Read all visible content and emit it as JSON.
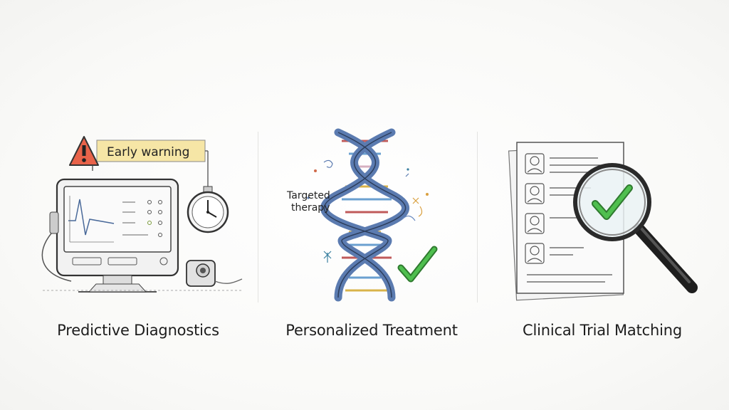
{
  "panels": [
    {
      "caption": "Predictive Diagnostics",
      "banner_text": "Early warning",
      "icons": [
        "warning-icon",
        "monitor-icon",
        "clock-icon",
        "webcam-icon"
      ]
    },
    {
      "caption": "Personalized Treatment",
      "annotation_line1": "Targeted",
      "annotation_line2": "therapy",
      "icons": [
        "dna-helix-icon",
        "checkmark-icon"
      ]
    },
    {
      "caption": "Clinical Trial Matching",
      "icons": [
        "documents-icon",
        "magnifier-icon",
        "checkmark-icon"
      ]
    }
  ],
  "colors": {
    "caption_text": "#1d1d1d",
    "banner_fill": "#f6e6a6",
    "warning_fill": "#e8634a",
    "helix_blue": "#5b7bb0",
    "check_green": "#3aa03a",
    "sketch_ink": "#444444"
  }
}
